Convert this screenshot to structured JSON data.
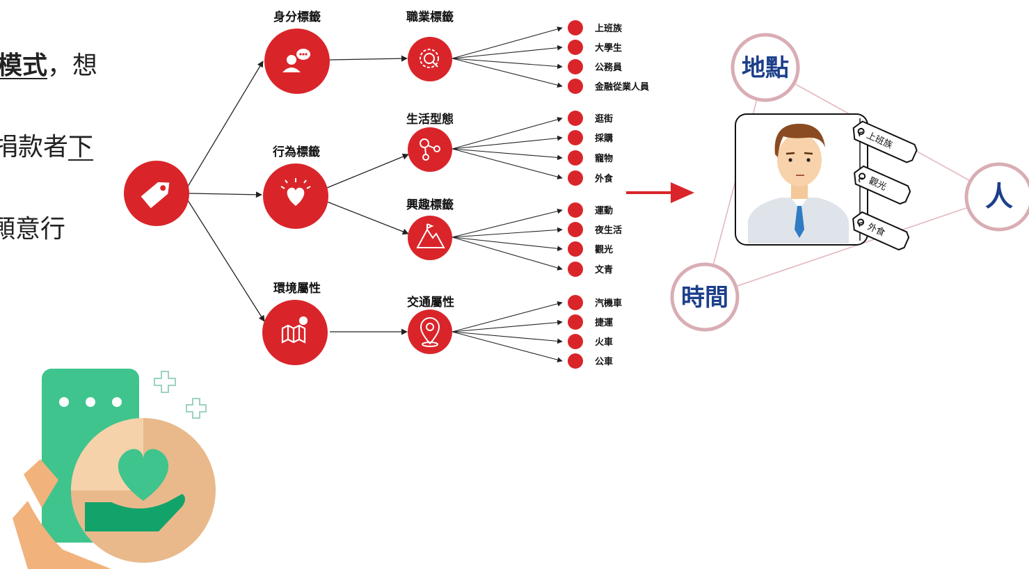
{
  "left_text": {
    "line1": {
      "underlined": "模式",
      "rest": "，想"
    },
    "line2": {
      "before": "捐款者",
      "underlined": "下"
    },
    "line3": "願意行"
  },
  "tree": {
    "root_icon": "price-tag-icon",
    "level1": [
      {
        "label": "身分標籤",
        "icon": "person-chat-icon"
      },
      {
        "label": "行為標籤",
        "icon": "heart-sparkle-icon"
      },
      {
        "label": "環境屬性",
        "icon": "map-icon"
      }
    ],
    "level2": [
      {
        "label": "職業標籤",
        "icon": "gear-search-icon",
        "leaves": [
          "上班族",
          "大學生",
          "公務員",
          "金融從業人員"
        ]
      },
      {
        "label": "生活型態",
        "icon": "molecule-icon",
        "leaves": [
          "逛街",
          "採購",
          "寵物",
          "外食"
        ]
      },
      {
        "label": "興趣標籤",
        "icon": "mountain-icon",
        "leaves": [
          "運動",
          "夜生活",
          "觀光",
          "文青"
        ]
      },
      {
        "label": "交通屬性",
        "icon": "location-pin-icon",
        "leaves": [
          "汽機車",
          "捷運",
          "火車",
          "公車"
        ]
      }
    ],
    "accent_color": "#d9252a"
  },
  "profile": {
    "vertices": [
      "地點",
      "人",
      "時間"
    ],
    "tags": [
      "上班族",
      "觀光",
      "外食"
    ],
    "vertex_text_color": "#1c3f8a",
    "triangle_color": "#e3b7bd"
  }
}
